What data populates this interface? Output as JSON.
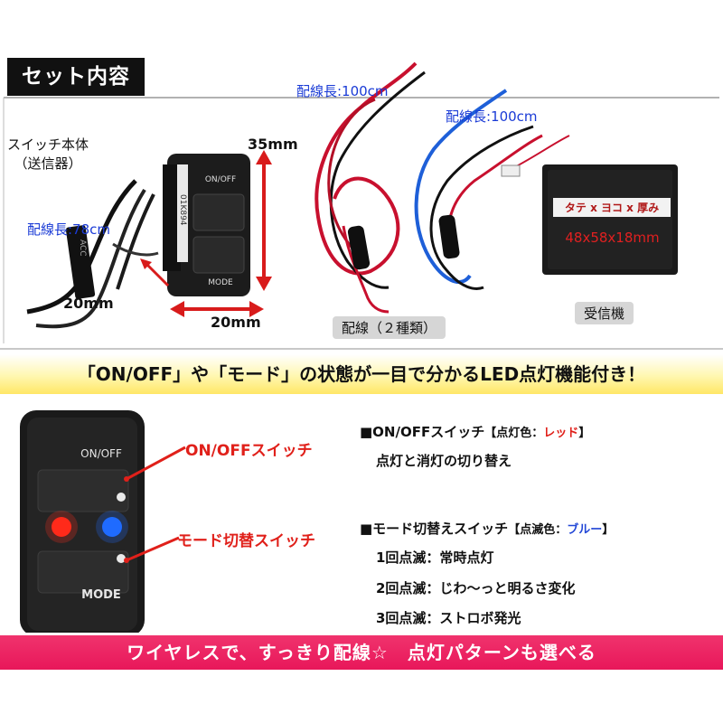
{
  "top": {
    "set_label": "セット内容",
    "switch_title_line1": "スイッチ本体",
    "switch_title_line2": "（送信器）",
    "wire_len_switch": "配線長:78cm",
    "wire_len_red": "配線長:100cm",
    "wire_len_blue": "配線長:100cm",
    "dim_height": "35mm",
    "dim_width": "20mm",
    "dim_depth": "20mm",
    "switch_on_off_print": "ON/OFF",
    "switch_mode_print": "MODE",
    "switch_side_code": "01K894",
    "switch_side_code2": "ACC",
    "wiring_caption": "配線（２種類）",
    "receiver_caption": "受信機",
    "receiver_dim_label": "タテ x ヨコ x 厚み",
    "receiver_dims": "48x58x18mm"
  },
  "headline": "「ON/OFF」や「モード」の状態が一目で分かるLED点灯機能付き！",
  "photo": {
    "on_off_print": "ON/OFF",
    "mode_print": "MODE"
  },
  "callouts": {
    "onoff": "ON/OFFスイッチ",
    "mode": "モード切替スイッチ"
  },
  "features": {
    "onoff_head": "■ON/OFFスイッチ",
    "onoff_paren_open": "【点灯色：",
    "onoff_color": "レッド",
    "onoff_paren_close": "】",
    "onoff_desc": "点灯と消灯の切り替え",
    "mode_head": "■モード切替えスイッチ",
    "mode_paren_open": "【点滅色：",
    "mode_color": "ブルー",
    "mode_paren_close": "】",
    "mode_items": [
      "1回点滅：常時点灯",
      "2回点滅：じわ〜っと明るさ変化",
      "3回点滅：ストロボ発光"
    ]
  },
  "bottom_banner": "ワイヤレスで、すっきり配線☆　点灯パターンも選べる",
  "colors": {
    "red_led": "#ff2a1a",
    "blue_led": "#1f6bff",
    "banner_pink": "#ec1f60",
    "label_blue": "#1a3bd6"
  }
}
